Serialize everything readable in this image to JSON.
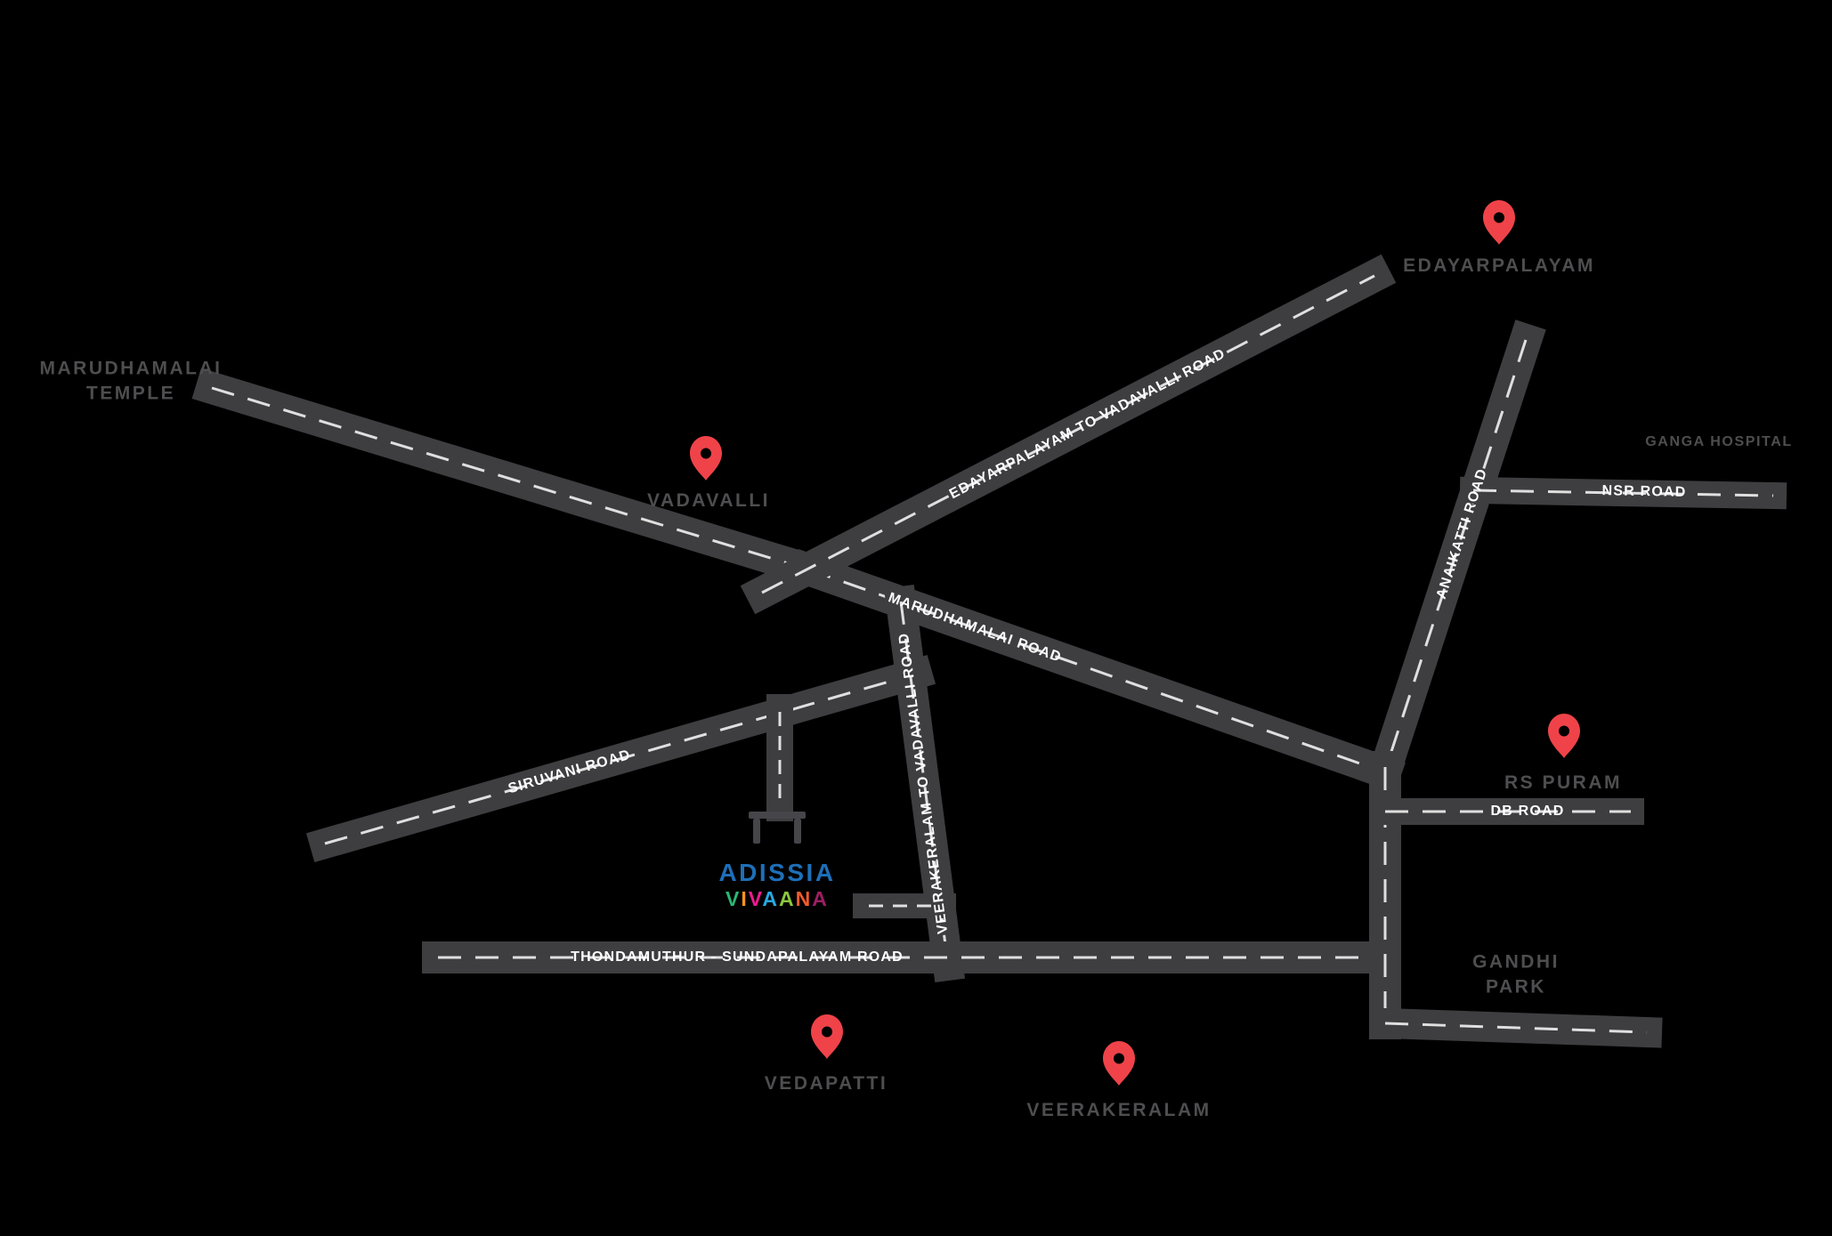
{
  "colors": {
    "background": "#000000",
    "road": "#3e3e41",
    "dash": "#e8e8e8",
    "pin": "#ef4349",
    "place_label": "#4e4e50",
    "road_label": "#ffffff",
    "logo_primary": "#1d6fb8",
    "gate_icon": "#45454a"
  },
  "places": {
    "marudhamalai_temple": {
      "line1": "MARUDHAMALAI",
      "line2": "TEMPLE"
    },
    "vadavalli": {
      "label": "VADAVALLI"
    },
    "edayarpalayam": {
      "label": "EDAYARPALAYAM"
    },
    "ganga_hospital": {
      "label": "GANGA HOSPITAL"
    },
    "rs_puram": {
      "label": "RS PURAM"
    },
    "gandhi_park": {
      "line1": "GANDHI",
      "line2": "PARK"
    },
    "vedapatti": {
      "label": "VEDAPATTI"
    },
    "veerakeralam": {
      "label": "VEERAKERALAM"
    }
  },
  "roads": {
    "edayarpalayam_to_vadavalli": {
      "label": "EDAYARPALAYAM TO VADAVALLI ROAD"
    },
    "marudhamalai": {
      "label": "MARUDHAMALAI ROAD"
    },
    "anaikatti": {
      "label": "ANAIKATTI ROAD"
    },
    "nsr": {
      "label": "NSR ROAD"
    },
    "siruvani": {
      "label": "SIRUVANI ROAD"
    },
    "veerakeralam_to_vadavalli": {
      "label": "VEERAKERALAM TO VADAVALLI ROAD"
    },
    "db": {
      "label": "DB ROAD"
    },
    "thondamuthur_sundapalayam": {
      "label": "THONDAMUTHUR - SUNDAPALAYAM ROAD"
    }
  },
  "logo": {
    "name": "ADISSIA",
    "tagline_letters": [
      {
        "ch": "V",
        "color": "#2bb673"
      },
      {
        "ch": "I",
        "color": "#f7941e"
      },
      {
        "ch": "V",
        "color": "#ed1c8f"
      },
      {
        "ch": "A",
        "color": "#27aae1"
      },
      {
        "ch": "A",
        "color": "#8dc63f"
      },
      {
        "ch": "N",
        "color": "#f15b2a"
      },
      {
        "ch": "A",
        "color": "#9e1f63"
      }
    ]
  }
}
